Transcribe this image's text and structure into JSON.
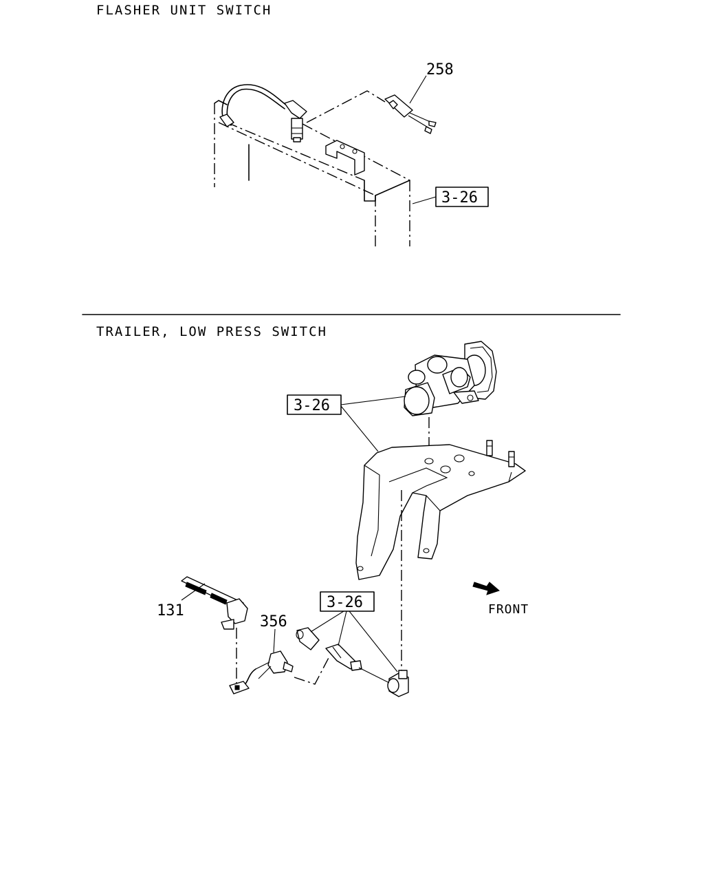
{
  "sections": [
    {
      "title": "FLASHER UNIT SWITCH"
    },
    {
      "title": "TRAILER, LOW PRESS SWITCH"
    }
  ],
  "callouts": {
    "flasher_switch": "258",
    "flasher_ref": "3-26",
    "valve_ref": "3-26",
    "clip": "131",
    "switch": "356",
    "fittings_ref": "3-26"
  },
  "direction": {
    "label": "FRONT"
  }
}
